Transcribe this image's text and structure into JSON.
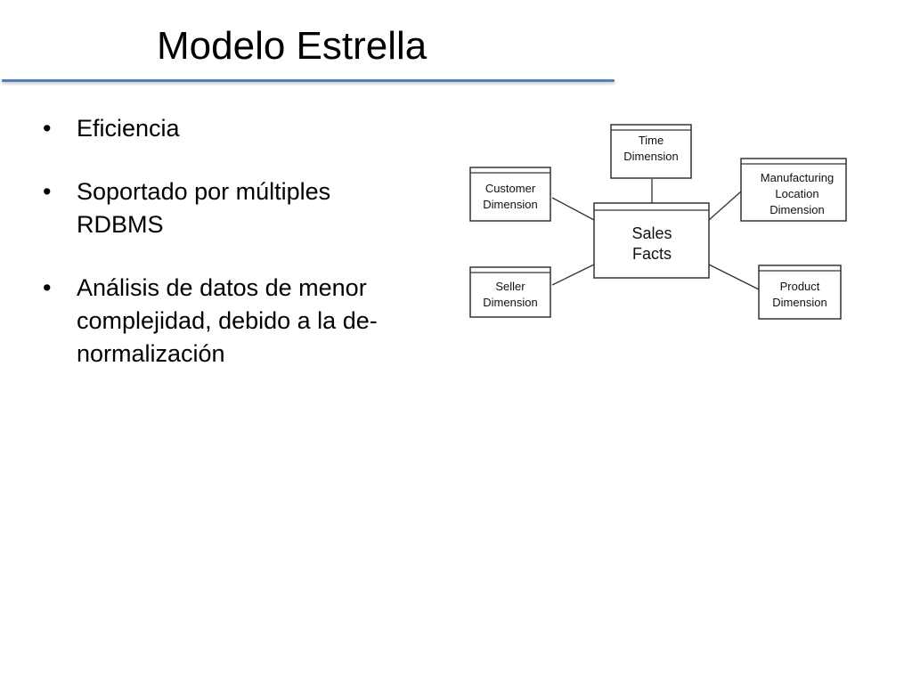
{
  "slide": {
    "title": "Modelo Estrella",
    "bullet_glyph": "•",
    "bullets": [
      {
        "lines": [
          "Eficiencia"
        ]
      },
      {
        "lines": [
          "Soportado por múltiples",
          "RDBMS"
        ]
      },
      {
        "lines": [
          "Análisis de datos de menor",
          "complejidad, debido a la de-",
          "normalización"
        ]
      }
    ]
  },
  "diagram": {
    "fact": {
      "lines": [
        "Sales",
        "Facts"
      ]
    },
    "dimensions": {
      "time": {
        "lines": [
          "Time",
          "Dimension"
        ]
      },
      "customer": {
        "lines": [
          "Customer",
          "Dimension"
        ]
      },
      "manufacturing": {
        "lines": [
          "Manufacturing",
          "Location",
          "Dimension"
        ]
      },
      "seller": {
        "lines": [
          "Seller",
          "Dimension"
        ]
      },
      "product": {
        "lines": [
          "Product",
          "Dimension"
        ]
      }
    }
  },
  "colors": {
    "title_rule": "#4f81bd",
    "diagram_stroke": "#333333",
    "text": "#000000"
  }
}
